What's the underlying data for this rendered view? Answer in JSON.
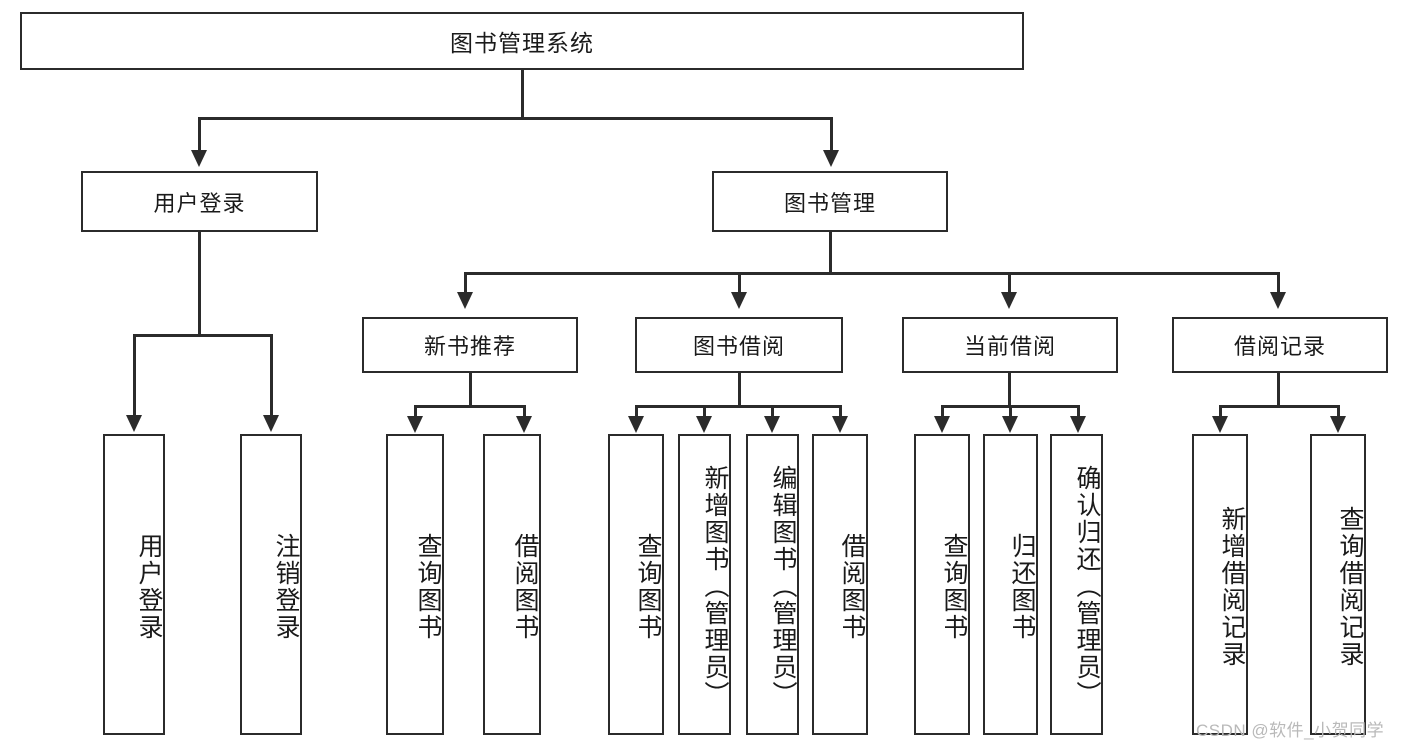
{
  "diagram": {
    "type": "hierarchy-tree",
    "title": "图书管理系统",
    "levels": 4,
    "root": {
      "label": "图书管理系统"
    },
    "level2": [
      {
        "label": "用户登录"
      },
      {
        "label": "图书管理"
      }
    ],
    "level3": [
      {
        "label": "新书推荐"
      },
      {
        "label": "图书借阅"
      },
      {
        "label": "当前借阅"
      },
      {
        "label": "借阅记录"
      }
    ],
    "leaves": {
      "user_login": [
        {
          "label": "用户登录"
        },
        {
          "label": "注销登录"
        }
      ],
      "new_book_recommend": [
        {
          "label": "查询图书"
        },
        {
          "label": "借阅图书"
        }
      ],
      "book_borrow": [
        {
          "label": "查询图书"
        },
        {
          "label": "新增图书（管理员）"
        },
        {
          "label": "编辑图书（管理员）"
        },
        {
          "label": "借阅图书"
        }
      ],
      "current_borrow": [
        {
          "label": "查询图书"
        },
        {
          "label": "归还图书"
        },
        {
          "label": "确认归还（管理员）"
        }
      ],
      "borrow_record": [
        {
          "label": "新增借阅记录"
        },
        {
          "label": "查询借阅记录"
        }
      ]
    }
  },
  "watermark": {
    "text": "CSDN @软件_小贺同学"
  },
  "colors": {
    "stroke": "#2b2b2b",
    "background": "#ffffff",
    "text": "#1a1a1a",
    "watermark": "#b9b9b9"
  }
}
